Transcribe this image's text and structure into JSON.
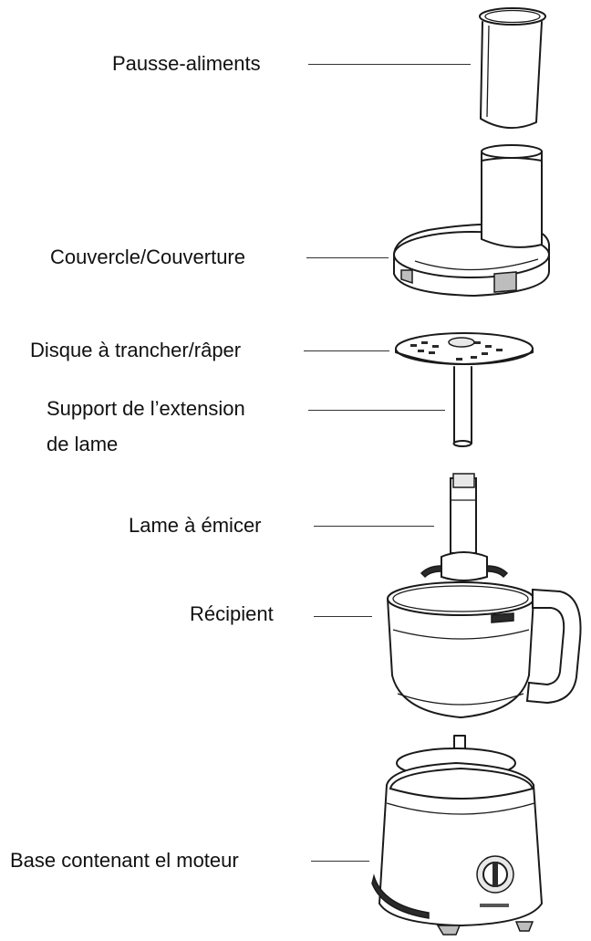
{
  "labels": {
    "food_pusher": "Pausse-aliments",
    "lid": "Couvercle/Couverture",
    "slicing_disc": "Disque à trancher/râper",
    "extension_line1": "Support de l’extension",
    "extension_line2": "de lame",
    "chopping_blade": "Lame à émicer",
    "bowl": "Récipient",
    "motor_base": "Base contenant el moteur"
  },
  "colors": {
    "ink": "#1a1a1a",
    "background": "#ffffff"
  }
}
